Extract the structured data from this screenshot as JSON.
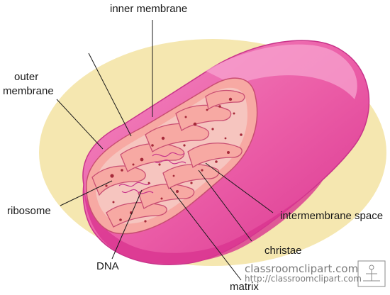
{
  "labels": {
    "inner_membrane": "inner membrane",
    "outer_membrane_line1": "outer",
    "outer_membrane_line2": "membrane",
    "ribosome": "ribosome",
    "intermembrane_space": "intermembrane space",
    "christae": "christae",
    "dna": "DNA",
    "matrix": "matrix"
  },
  "watermark": {
    "site": "classroomclipart.com",
    "url": "http://classroomclipart.com"
  },
  "colors": {
    "background_blob": "#f5e7b0",
    "outer_shell": "#ec5fa8",
    "outer_shell_dark": "#d93590",
    "inner_membrane": "#f7a9a3",
    "matrix_fill": "#f6c5bf",
    "cut_edge": "#c94e72",
    "dots": "#a62a3a"
  }
}
